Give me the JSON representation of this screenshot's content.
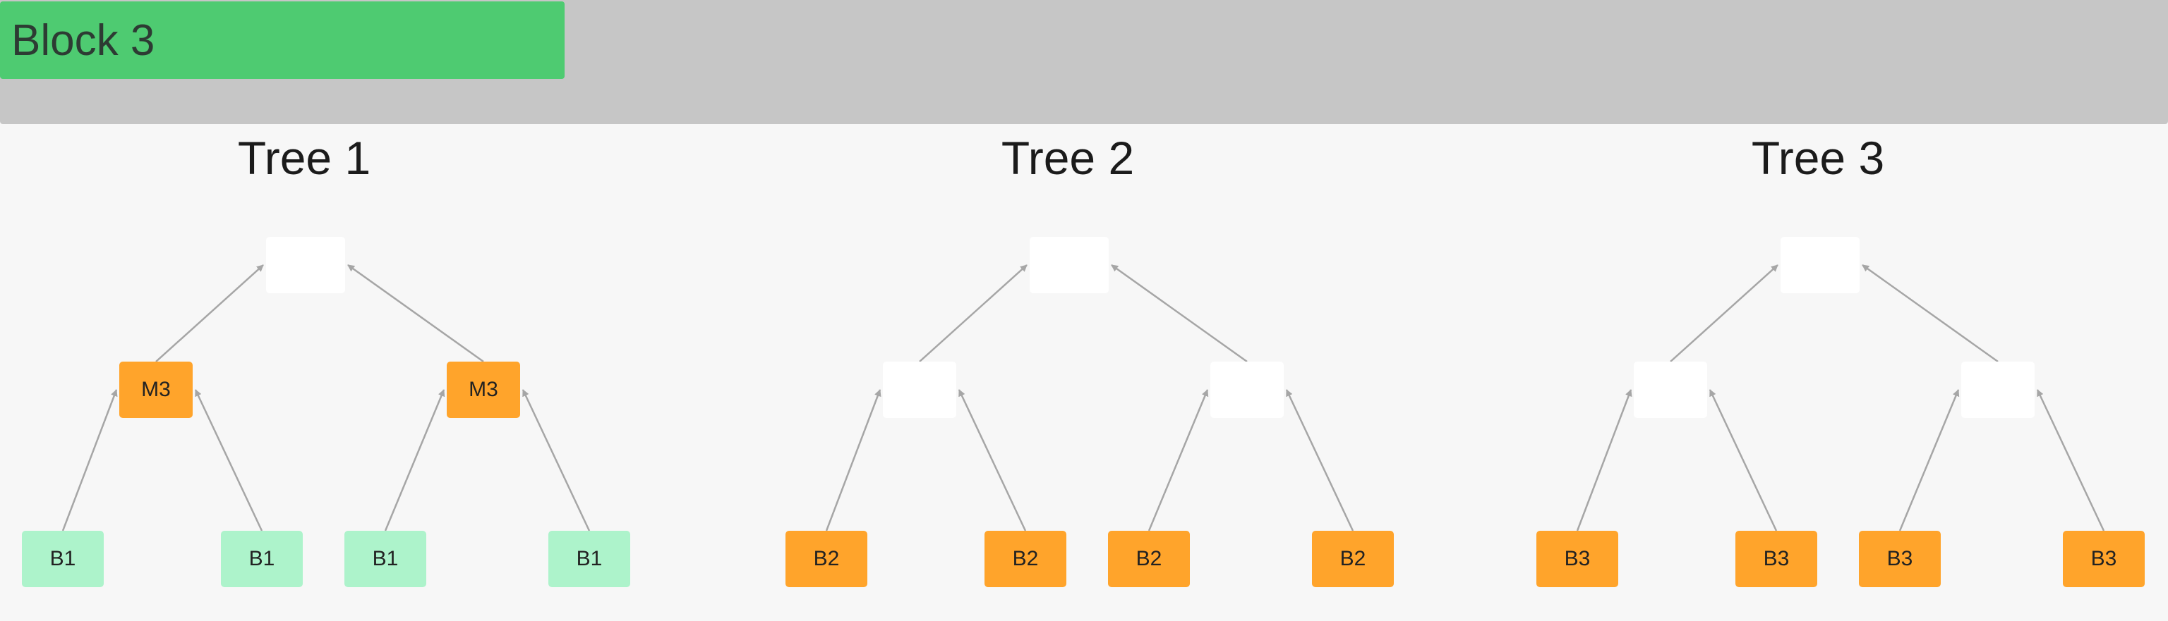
{
  "block": {
    "title": "Block 3"
  },
  "colors": {
    "header_bg": "#c6c6c6",
    "block_tab": "#4ecb71",
    "node_orange": "#ffa42b",
    "node_green": "#adf3cb",
    "node_empty": "#ffffff",
    "edge": "#a6a6a6"
  },
  "trees": [
    {
      "title": "Tree 1",
      "root": "",
      "mid": [
        "M3",
        "M3"
      ],
      "leaves": [
        "B1",
        "B1",
        "B1",
        "B1"
      ]
    },
    {
      "title": "Tree 2",
      "root": "",
      "mid": [
        "",
        ""
      ],
      "leaves": [
        "B2",
        "B2",
        "B2",
        "B2"
      ]
    },
    {
      "title": "Tree 3",
      "root": "",
      "mid": [
        "",
        ""
      ],
      "leaves": [
        "B3",
        "B3",
        "B3",
        "B3"
      ]
    }
  ]
}
